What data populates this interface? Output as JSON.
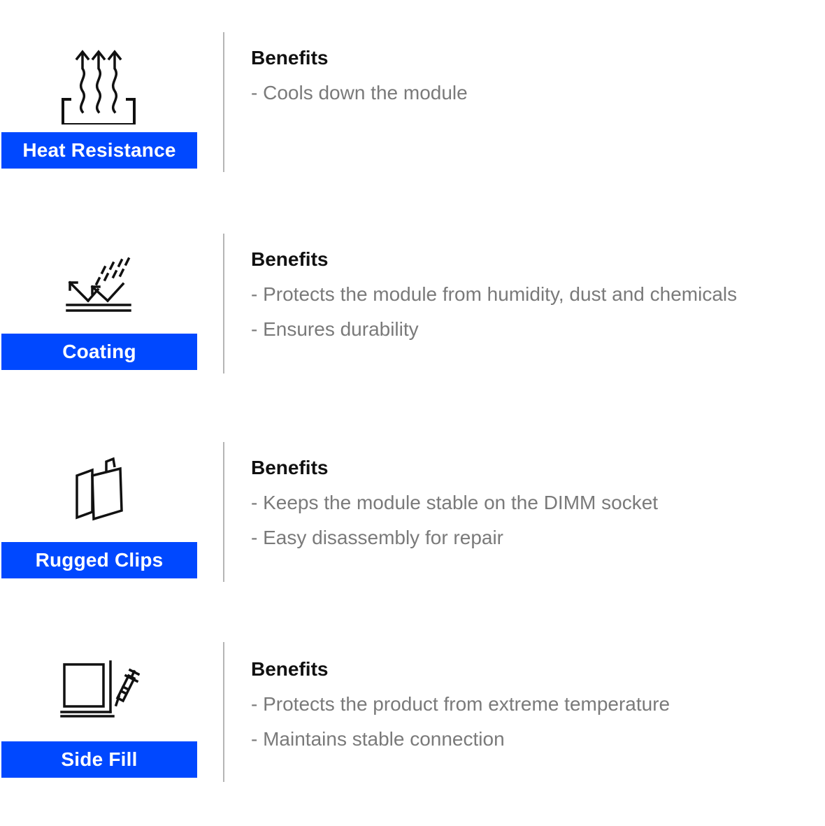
{
  "colors": {
    "accent": "#0048ff",
    "divider": "#b5b5b5",
    "title_text": "#111111",
    "benefit_text": "#7a7a7a",
    "label_text": "#ffffff"
  },
  "features": [
    {
      "icon": "heat-resistance-icon",
      "label": "Heat Resistance",
      "benefits_title": "Benefits",
      "benefits": [
        "- Cools down the module"
      ]
    },
    {
      "icon": "coating-icon",
      "label": "Coating",
      "benefits_title": "Benefits",
      "benefits": [
        "- Protects the module from humidity, dust and chemicals",
        "- Ensures durability"
      ]
    },
    {
      "icon": "rugged-clips-icon",
      "label": "Rugged Clips",
      "benefits_title": "Benefits",
      "benefits": [
        "- Keeps the module stable on the DIMM socket",
        "- Easy disassembly for repair"
      ]
    },
    {
      "icon": "side-fill-icon",
      "label": "Side Fill",
      "benefits_title": "Benefits",
      "benefits": [
        "- Protects the product from extreme temperature",
        "- Maintains stable connection"
      ]
    }
  ]
}
